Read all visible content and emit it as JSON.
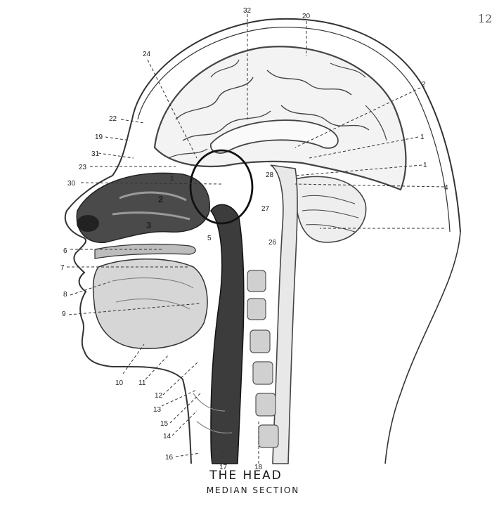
{
  "page_number": "12",
  "caption": {
    "title": "THE HEAD",
    "subtitle": "MEDIAN SECTION"
  },
  "labels": {
    "n32": "32",
    "n20": "20",
    "n24": "24",
    "n2r": "2",
    "n22": "22",
    "n19": "19",
    "n31": "31",
    "n23": "23",
    "n1a": "1",
    "n1b": "1",
    "n28": "28",
    "n30": "30",
    "n2": "2",
    "n3": "3",
    "n27": "27",
    "n4": "4",
    "n5": "5",
    "n26": "26",
    "n6": "6",
    "n7": "7",
    "n8": "8",
    "n9": "9",
    "n10": "10",
    "n11": "11",
    "n12": "12",
    "n13": "13",
    "n15": "15",
    "n14": "14",
    "n16": "16",
    "n17": "17",
    "n18": "18",
    "n1c": "1"
  }
}
